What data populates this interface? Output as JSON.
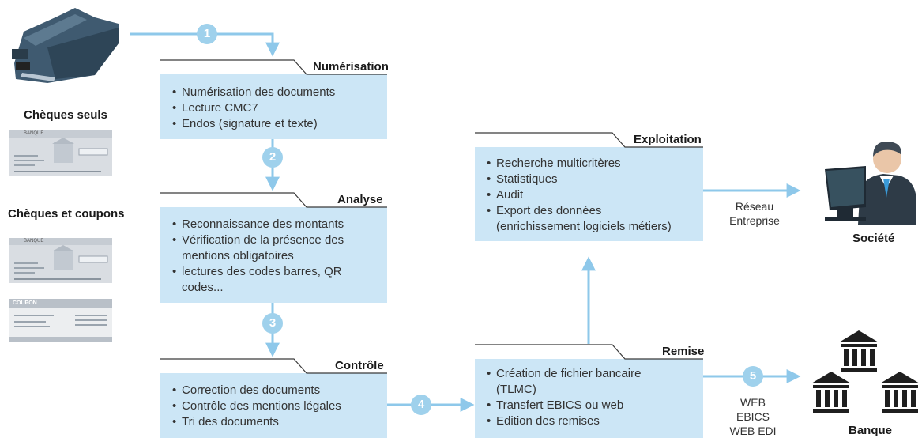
{
  "colors": {
    "arrow": "#8ec8ea",
    "box_fill": "#cce6f6",
    "box_border": "#3a3a3a",
    "step_circle": "#9fd1ec",
    "check_gray": "#d9dde2"
  },
  "left": {
    "label_cheques_seuls": "Chèques seuls",
    "label_cheques_coupons": "Chèques et coupons",
    "cheque_bank_text": "BANQUE",
    "coupon_text": "COUPON"
  },
  "steps": {
    "s1": "1",
    "s2": "2",
    "s3": "3",
    "s4": "4",
    "s5": "5"
  },
  "numerisation": {
    "title": "Numérisation",
    "items": [
      "Numérisation des documents",
      "Lecture CMC7",
      "Endos (signature et texte)"
    ]
  },
  "analyse": {
    "title": "Analyse",
    "item1": "Reconnaissance des montants",
    "item2_line1": "Vérification de la présence des",
    "item2_line2": "mentions obligatoires",
    "item3_line1": "lectures des codes barres, QR",
    "item3_line2": "codes..."
  },
  "controle": {
    "title": "Contrôle",
    "items": [
      "Correction des documents",
      "Contrôle des mentions légales",
      "Tri des documents"
    ]
  },
  "exploitation": {
    "title": "Exploitation",
    "items": [
      "Recherche multicritères",
      "Statistiques",
      "Audit",
      "Export des données"
    ],
    "item4_line2": "(enrichissement logiciels métiers)"
  },
  "remise": {
    "title": "Remise",
    "item1_line1": "Création de fichier bancaire",
    "item1_line2": "(TLMC)",
    "item2": "Transfert EBICS ou web",
    "item3": "Edition des remises"
  },
  "reseau": {
    "line1": "Réseau",
    "line2": "Entreprise"
  },
  "transfer": {
    "line1": "WEB",
    "line2": "EBICS",
    "line3": "WEB EDI"
  },
  "societe_label": "Société",
  "banque_label": "Banque"
}
